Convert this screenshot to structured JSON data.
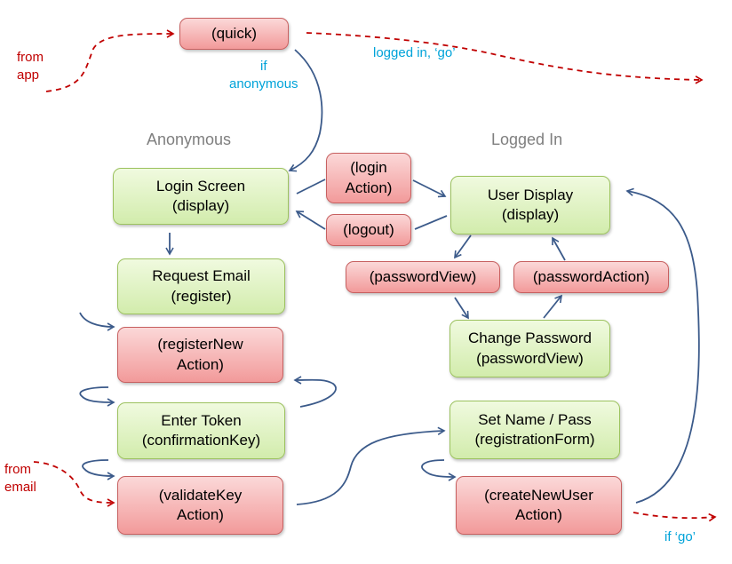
{
  "headers": {
    "anonymous": "Anonymous",
    "logged_in": "Logged In"
  },
  "nodes": {
    "quick": "(quick)",
    "login_screen": "Login Screen\n(display)",
    "login_action": "(login\nAction)",
    "logout": "(logout)",
    "user_display": "User Display\n(display)",
    "request_email": "Request Email\n(register)",
    "password_view": "(passwordView)",
    "password_action": "(passwordAction)",
    "register_new_action": "(registerNew\nAction)",
    "change_password": "Change Password\n(passwordView)",
    "enter_token": "Enter Token\n(confirmationKey)",
    "set_name_pass": "Set Name / Pass\n(registrationForm)",
    "validate_key_action": "(validateKey\nAction)",
    "create_new_user_action": "(createNewUser\nAction)"
  },
  "labels": {
    "from_app": "from\napp",
    "if_anonymous": "if\nanonymous",
    "logged_in_go": "logged in,  ‘go’",
    "from_email": "from\nemail",
    "if_go": "if ‘go’"
  },
  "colors": {
    "state_fill": "#d2ecac",
    "action_fill": "#f29a9a",
    "flow_arrow": "#3b5a8a",
    "external_arrow": "#c00000",
    "condition_text": "#00a3d9",
    "header_text": "#7f7f7f"
  }
}
